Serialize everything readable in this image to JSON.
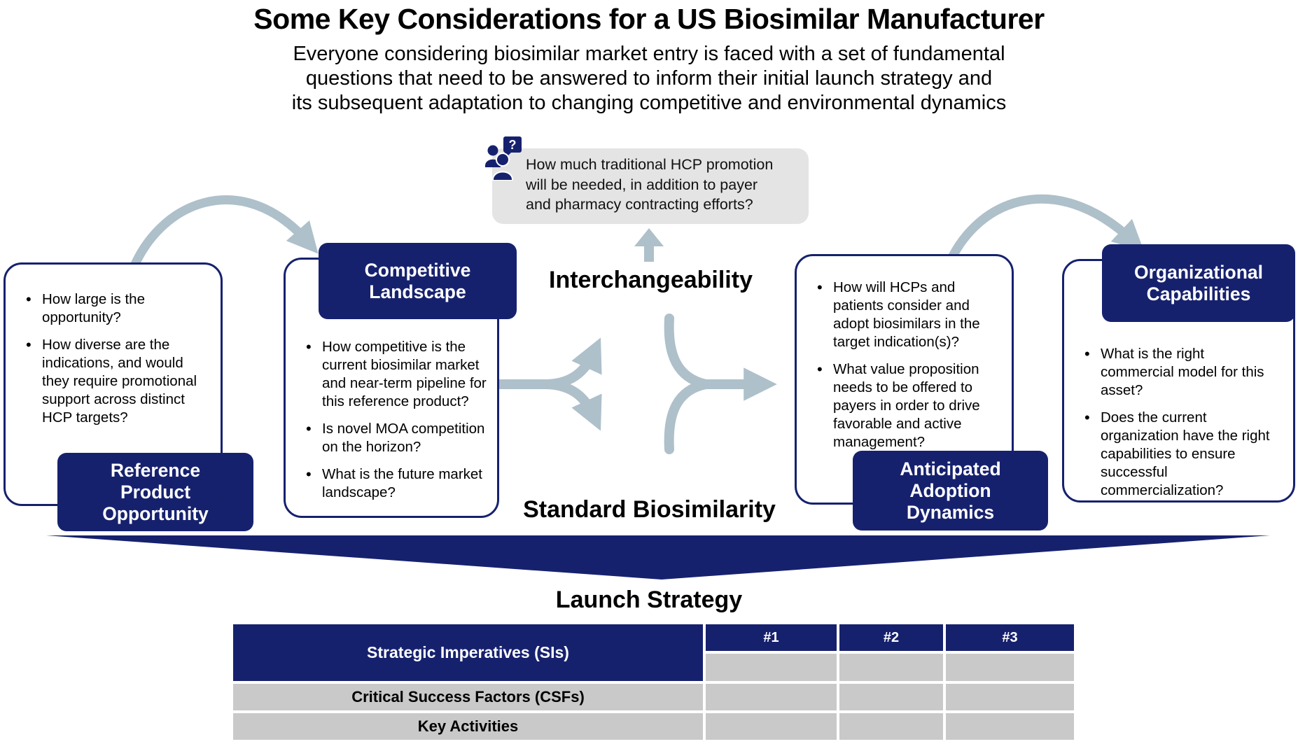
{
  "title": "Some Key Considerations for a US Biosimilar Manufacturer",
  "subtitle": "Everyone considering biosimilar market entry is faced with a set of fundamental\nquestions that need to be answered to inform their initial launch strategy and\nits subsequent adaptation to changing competitive and environmental dynamics",
  "callout": {
    "icon": "people-question-icon",
    "icon_glyph": "?",
    "text": "How much traditional HCP promotion\nwill be needed, in addition to payer\nand pharmacy contracting efforts?"
  },
  "center": {
    "top_label": "Interchangeability",
    "bottom_label": "Standard Biosimilarity"
  },
  "boxes": [
    {
      "label": "Reference\nProduct\nOpportunity",
      "bullets": [
        "How large is the opportunity?",
        "How diverse are the indications, and would they require promotional support across distinct HCP targets?"
      ]
    },
    {
      "label": "Competitive\nLandscape",
      "bullets": [
        "How competitive is the current biosimilar market and near-term pipeline for this reference product?",
        "Is novel MOA competition on the horizon?",
        "What is the future market landscape?"
      ]
    },
    {
      "label": "Anticipated\nAdoption\nDynamics",
      "bullets": [
        "How will HCPs and patients consider and adopt biosimilars in the target indication(s)?",
        "What value proposition needs to be offered to payers in order to drive favorable and active management?"
      ]
    },
    {
      "label": "Organizational\nCapabilities",
      "bullets": [
        "What is the right commercial model for this asset?",
        "Does the current organization have the right capabilities to ensure successful commercialization?"
      ]
    }
  ],
  "launch_label": "Launch Strategy",
  "table": {
    "row_header": "Strategic Imperatives (SIs)",
    "columns": [
      "#1",
      "#2",
      "#3"
    ],
    "row_labels": [
      "Critical Success Factors (CSFs)",
      "Key Activities"
    ]
  },
  "colors": {
    "navy": "#16216E",
    "arrow_gray": "#AEC0CA",
    "callout_gray": "#E4E4E4",
    "table_cell_gray": "#C9C9C9"
  }
}
